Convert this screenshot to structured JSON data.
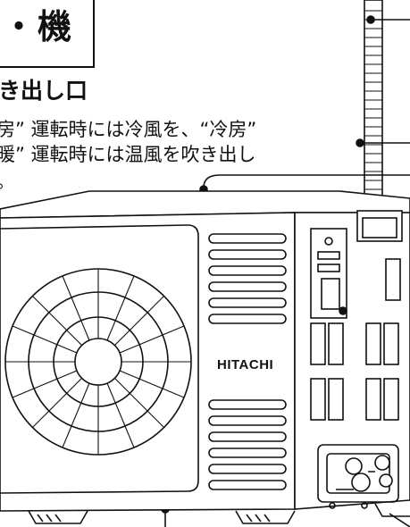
{
  "title": {
    "char_1": "・",
    "char_2": "機"
  },
  "heading": "き出し口",
  "description": {
    "line_1": "房” 運転時には冷風を、“冷房”",
    "line_2": "暖” 運転時には温風を吹き出し",
    "line_3": "。"
  },
  "unit": {
    "brand": "HITACHI"
  },
  "colors": {
    "ink": "#111111",
    "background": "#ffffff"
  }
}
